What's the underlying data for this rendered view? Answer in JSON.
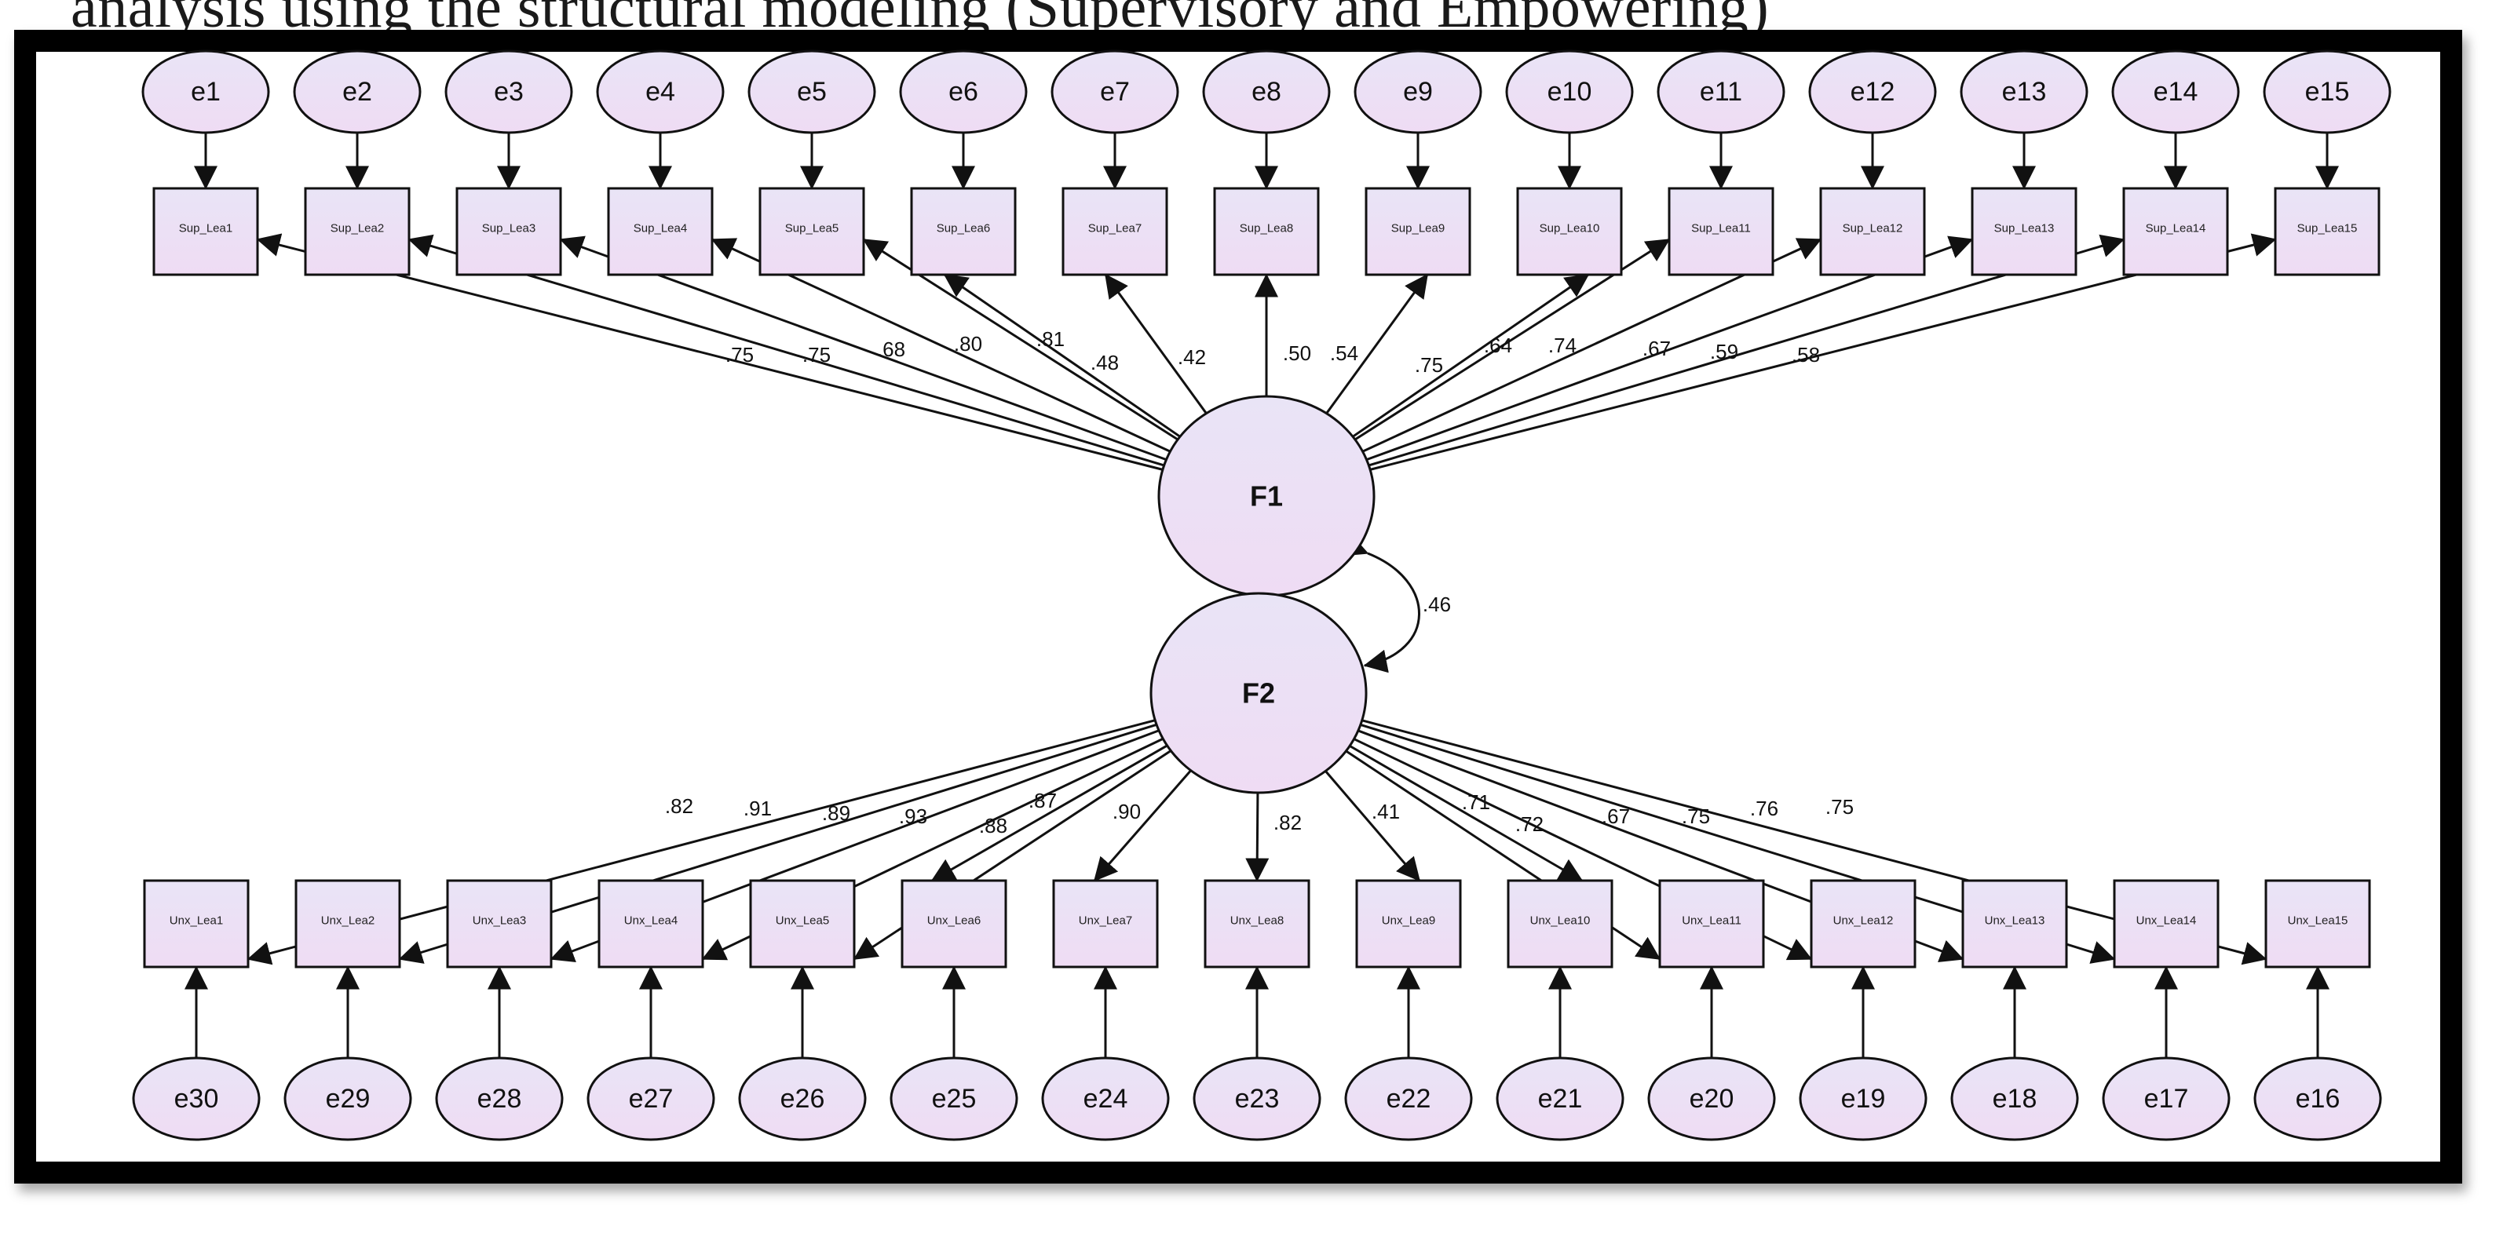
{
  "header_fragment": "analysis using the structural modeling (Supervisory and Empowering)",
  "colors": {
    "node_top": "#e9e4f6",
    "node_bottom": "#efdcf4",
    "stroke": "#111111",
    "frame": "#000000"
  },
  "factors": {
    "f1": "F1",
    "f2": "F2",
    "covariance": ".46"
  },
  "top_errors": [
    "e1",
    "e2",
    "e3",
    "e4",
    "e5",
    "e6",
    "e7",
    "e8",
    "e9",
    "e10",
    "e11",
    "e12",
    "e13",
    "e14",
    "e15"
  ],
  "top_indicators": [
    "Sup_Lea1",
    "Sup_Lea2",
    "Sup_Lea3",
    "Sup_Lea4",
    "Sup_Lea5",
    "Sup_Lea6",
    "Sup_Lea7",
    "Sup_Lea8",
    "Sup_Lea9",
    "Sup_Lea10",
    "Sup_Lea11",
    "Sup_Lea12",
    "Sup_Lea13",
    "Sup_Lea14",
    "Sup_Lea15"
  ],
  "top_loadings": [
    ".75",
    ".75",
    ".68",
    ".80",
    ".81",
    ".48",
    ".42",
    ".50",
    ".54",
    ".75",
    ".64",
    ".74",
    ".67",
    ".59",
    ".58"
  ],
  "bottom_indicators": [
    "Unx_Lea1",
    "Unx_Lea2",
    "Unx_Lea3",
    "Unx_Lea4",
    "Unx_Lea5",
    "Unx_Lea6",
    "Unx_Lea7",
    "Unx_Lea8",
    "Unx_Lea9",
    "Unx_Lea10",
    "Unx_Lea11",
    "Unx_Lea12",
    "Unx_Lea13",
    "Unx_Lea14",
    "Unx_Lea15"
  ],
  "bottom_errors": [
    "e30",
    "e29",
    "e28",
    "e27",
    "e26",
    "e25",
    "e24",
    "e23",
    "e22",
    "e21",
    "e20",
    "e19",
    "e18",
    "e17",
    "e16"
  ],
  "bottom_loadings": [
    ".82",
    ".91",
    ".89",
    ".93",
    ".87",
    ".88",
    ".90",
    ".82",
    ".41",
    ".71",
    ".72",
    ".67",
    ".75",
    ".76",
    ".75"
  ]
}
